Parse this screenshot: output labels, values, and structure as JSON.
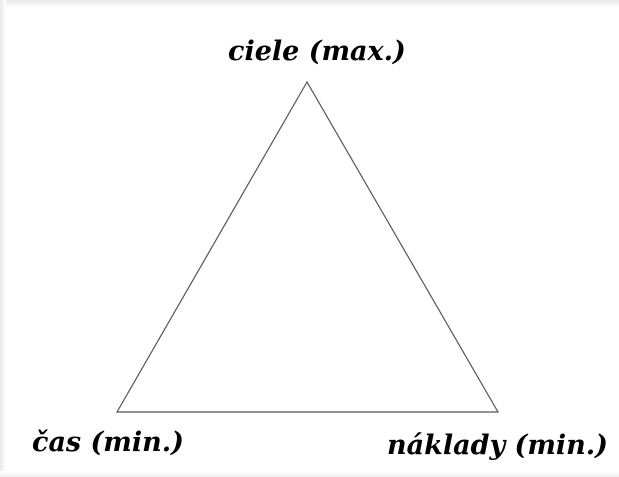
{
  "diagram": {
    "vertices": {
      "top": "ciele (max.)",
      "bottom_left": "čas (min.)",
      "bottom_right": "náklady (min.)"
    },
    "colors": {
      "stroke": "#555555",
      "background": "#ffffff",
      "text": "#000000"
    }
  }
}
